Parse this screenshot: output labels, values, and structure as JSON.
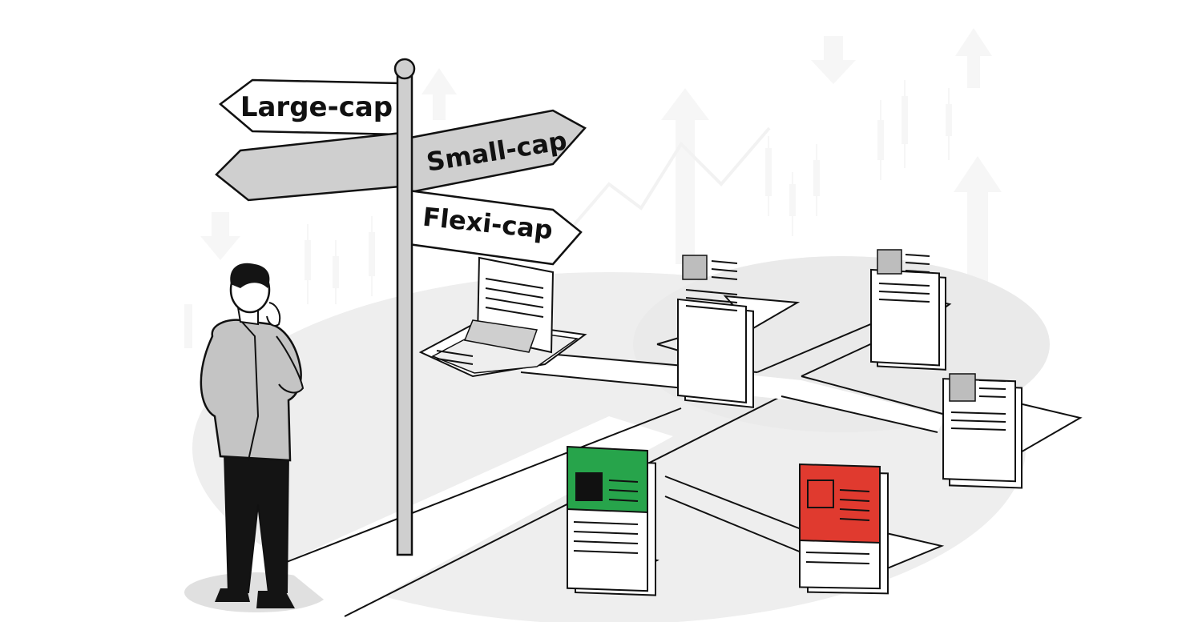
{
  "signpost": {
    "sign_large": "Large-cap",
    "sign_small": "Small-cap",
    "sign_flexi": "Flexi-cap"
  },
  "colors": {
    "background": "#ffffff",
    "ground": "#ededed",
    "sign_fill": "#cfcfcf",
    "jacket": "#c4c4c4",
    "trousers": "#141414",
    "accent_green": "#27a44b",
    "accent_red": "#e03a2f",
    "ink": "#111111"
  }
}
